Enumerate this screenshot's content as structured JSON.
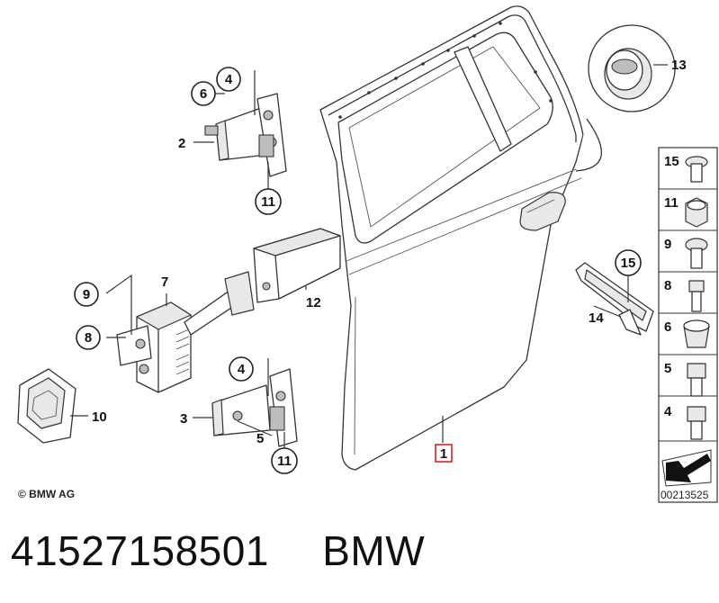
{
  "callouts": {
    "c1": "1",
    "c2": "2",
    "c3": "3",
    "c4a": "4",
    "c4b": "4",
    "c5": "5",
    "c6": "6",
    "c7": "7",
    "c8": "8",
    "c9": "9",
    "c10": "10",
    "c11a": "11",
    "c11b": "11",
    "c12": "12",
    "c13": "13",
    "c14": "14",
    "c15": "15"
  },
  "side_panel": {
    "items": [
      "15",
      "11",
      "9",
      "8",
      "6",
      "5",
      "4"
    ]
  },
  "copyright": "© BMW AG",
  "diagram_id": "00213525",
  "footer": {
    "part_number": "41527158501",
    "brand": "BMW"
  },
  "colors": {
    "line": "#333333",
    "highlight_box": "#d9231f",
    "fill_light": "#e8e8e8"
  }
}
